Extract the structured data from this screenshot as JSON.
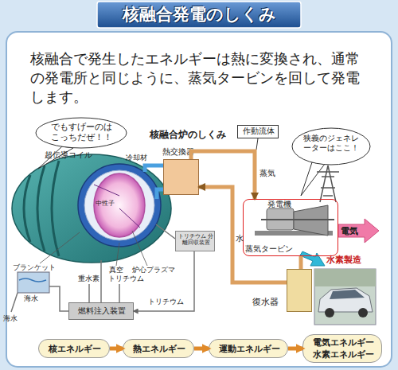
{
  "diagram": {
    "title": "核融合発電のしくみ",
    "nodes": [
      {
        "text": [
          "でもすげーのはこっちだぜ！！"
        ]
      },
      {
        "text": [
          "作動流体"
        ]
      },
      {
        "text": [
          "狭義のジェネレーターはここ！"
        ]
      },
      {
        "text": [
          "熱交換器"
        ]
      },
      {
        "text": [
          "発電機",
          "蒸気タービン"
        ]
      },
      {
        "text": [
          "トリチウム 分離回収装置"
        ]
      },
      {
        "text": [
          "復水器"
        ]
      },
      {
        "text": [
          "燃料注入装置"
        ]
      },
      {
        "text": [
          "核エネルギー"
        ]
      },
      {
        "text": [
          "熱エネルギー"
        ]
      },
      {
        "text": [
          "運動エネルギー"
        ]
      },
      {
        "text": [
          "電気エネルギー",
          "水素エネルギー"
        ]
      }
    ],
    "edges": [
      {
        "from": 3,
        "to": 4,
        "arrow": "to",
        "label": "蒸気"
      },
      {
        "from": 4,
        "to": 6,
        "arrow": "none"
      },
      {
        "from": 6,
        "to": 3,
        "arrow": "to",
        "label": "水"
      },
      {
        "from": 5,
        "to": 7,
        "arrow": "to",
        "label": "トリチウム"
      },
      {
        "from": 8,
        "to": 9,
        "arrow": "to"
      },
      {
        "from": 9,
        "to": 10,
        "arrow": "to"
      },
      {
        "from": 10,
        "to": 11,
        "arrow": "to"
      }
    ],
    "labels": [
      "核融合で発生したエネルギーは熱に変換され、通常の発電所と同じように、蒸気タービンを回して発電します。",
      "核融合炉のしくみ",
      "超伝導コイル",
      "冷却材",
      "中性子",
      "真空",
      "ブランケット",
      "炉心プラズマ",
      "重水素",
      "トリチウム",
      "海水",
      "海水",
      "電気",
      "水素製造"
    ]
  }
}
